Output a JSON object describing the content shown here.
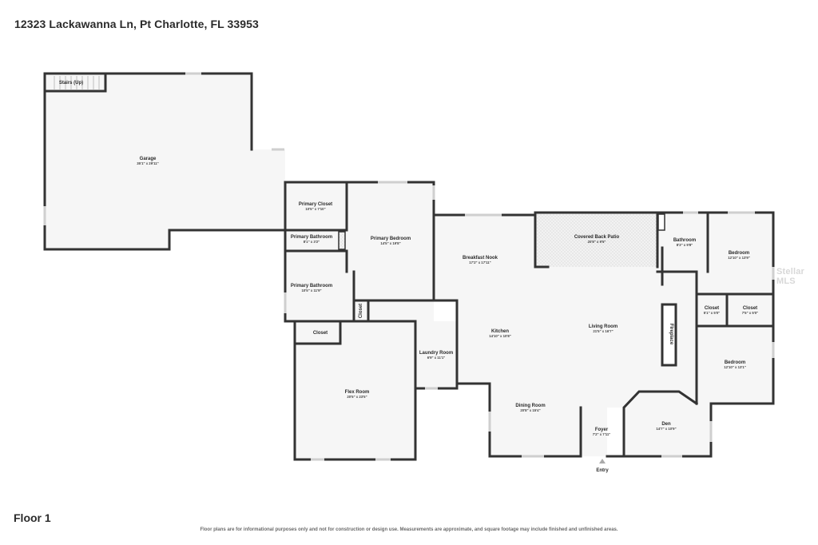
{
  "address": "12323 Lackawanna Ln, Pt Charlotte, FL 33953",
  "floor": "Floor 1",
  "disclaimer": "Floor plans are for informational purposes only and not for construction or design use. Measurements are approximate, and square footage may include finished and unfinished areas.",
  "watermark": "Stellar MLS",
  "colors": {
    "wall": "#333333",
    "floor": "#f6f6f6",
    "window": "#d9d9d9"
  },
  "rooms": {
    "stairs": {
      "name": "Stairs (Up)"
    },
    "garage": {
      "name": "Garage",
      "dim": "35'1\" x 29'11\""
    },
    "primary_closet": {
      "name": "Primary Closet",
      "dim": "10'5\" x 7'10\""
    },
    "primary_bathroom_1": {
      "name": "Primary Bathroom",
      "dim": "8'1\" x 3'2\""
    },
    "primary_bedroom": {
      "name": "Primary Bedroom",
      "dim": "14'5\" x 19'8\""
    },
    "primary_bathroom_2": {
      "name": "Primary Bathroom",
      "dim": "10'5\" x 11'9\""
    },
    "closet_small": {
      "name": "Closet"
    },
    "closet_flex": {
      "name": "Closet"
    },
    "flex_room": {
      "name": "Flex Room",
      "dim": "20'5\" x 23'5\""
    },
    "laundry": {
      "name": "Laundry Room",
      "dim": "6'9\" x 11'1\""
    },
    "breakfast_nook": {
      "name": "Breakfast Nook",
      "dim": "17'2\" x 17'11\""
    },
    "covered_patio": {
      "name": "Covered Back Patio",
      "dim": "20'8\" x 9'5\""
    },
    "bathroom": {
      "name": "Bathroom",
      "dim": "8'3\" x 9'8\""
    },
    "bedroom_1": {
      "name": "Bedroom",
      "dim": "12'10\" x 13'9\""
    },
    "kitchen": {
      "name": "Kitchen",
      "dim": "14'10\" x 10'8\""
    },
    "living_room": {
      "name": "Living Room",
      "dim": "21'5\" x 16'7\""
    },
    "fireplace": {
      "name": "Fireplace"
    },
    "closet_a": {
      "name": "Closet",
      "dim": "5'1\" x 5'0\""
    },
    "closet_b": {
      "name": "Closet",
      "dim": "7'5\" x 5'0\""
    },
    "bedroom_2": {
      "name": "Bedroom",
      "dim": "12'10\" x 13'1\""
    },
    "dining_room": {
      "name": "Dining Room",
      "dim": "20'8\" x 15'4\""
    },
    "foyer": {
      "name": "Foyer",
      "dim": "7'2\" x 7'11\""
    },
    "den": {
      "name": "Den",
      "dim": "14'7\" x 10'9\""
    },
    "entry": {
      "name": "Entry"
    }
  }
}
